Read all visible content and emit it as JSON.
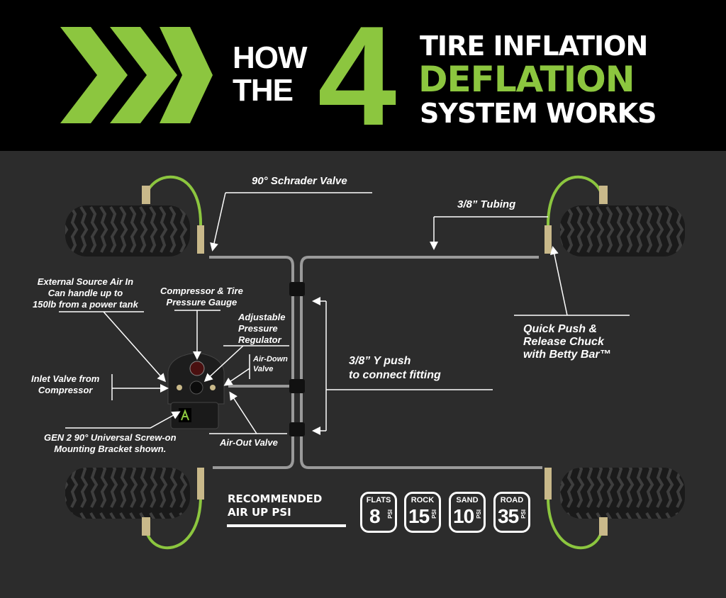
{
  "header": {
    "how": "HOW",
    "the": "THE",
    "number": "4",
    "line1": "TIRE INFLATION",
    "line2": "DEFLATION",
    "line3": "SYSTEM WORKS"
  },
  "colors": {
    "green": "#8cc63f",
    "background": "#2c2c2c",
    "header": "#000000",
    "tubing": "#9a9a9a"
  },
  "labels": {
    "schrader": "90° Schrader Valve",
    "tubing": "3/8” Tubing",
    "external_1": "External Source Air In",
    "external_2": "Can handle up to",
    "external_3": "150lb from a power tank",
    "gauge_1": "Compressor & Tire",
    "gauge_2": "Pressure Gauge",
    "regulator_1": "Adjustable",
    "regulator_2": "Pressure",
    "regulator_3": "Regulator",
    "airdown_1": "Air-Down",
    "airdown_2": "Valve",
    "inlet_1": "Inlet Valve from",
    "inlet_2": "Compressor",
    "bracket_1": "GEN 2 90° Universal Screw-on",
    "bracket_2": "Mounting Bracket shown.",
    "airout": "Air-Out Valve",
    "ypush_1": "3/8” Y push",
    "ypush_2": "to connect fitting",
    "chuck_1": "Quick Push &",
    "chuck_2": "Release Chuck",
    "chuck_3": "with Betty Bar™"
  },
  "recommended": {
    "line1": "RECOMMENDED",
    "line2": "AIR UP PSI",
    "unit": "PSI",
    "items": [
      {
        "label": "FLATS",
        "value": "8"
      },
      {
        "label": "ROCK",
        "value": "15"
      },
      {
        "label": "SAND",
        "value": "10"
      },
      {
        "label": "ROAD",
        "value": "35"
      }
    ]
  }
}
